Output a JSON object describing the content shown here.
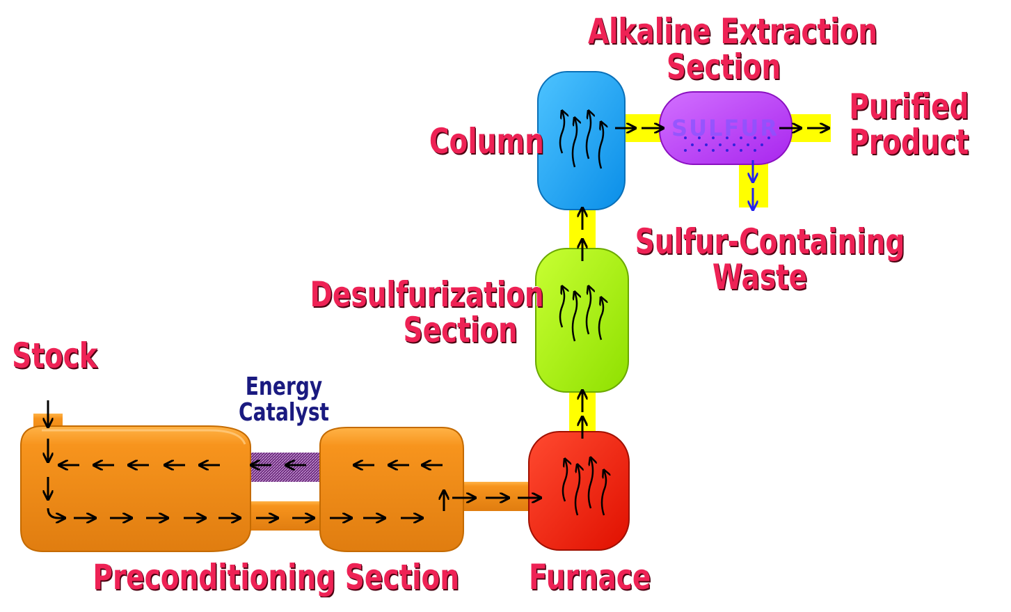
{
  "labels": {
    "stock": "Stock",
    "energy_catalyst_1": "Energy",
    "energy_catalyst_2": "Catalyst",
    "preconditioning": "Preconditioning Section",
    "furnace": "Furnace",
    "desulfurization_1": "Desulfurization",
    "desulfurization_2": "Section",
    "column": "Column",
    "alkaline_1": "Alkaline Extraction",
    "alkaline_2": "Section",
    "purified_1": "Purified",
    "purified_2": "Product",
    "waste_1": "Sulfur-Containing",
    "waste_2": "Waste",
    "sulfur_tag": "SULFUR"
  },
  "colors": {
    "label_text": "#ee2255",
    "catalyst_text": "#1a1a80",
    "precond": "#f7941d",
    "furnace": "#ff1a0a",
    "desulf": "#aaff00",
    "column": "#1aa6ff",
    "alkaline": "#c040ff",
    "pipe_yellow": "#ffff00",
    "catalyst_band": "#8a4a9a"
  }
}
